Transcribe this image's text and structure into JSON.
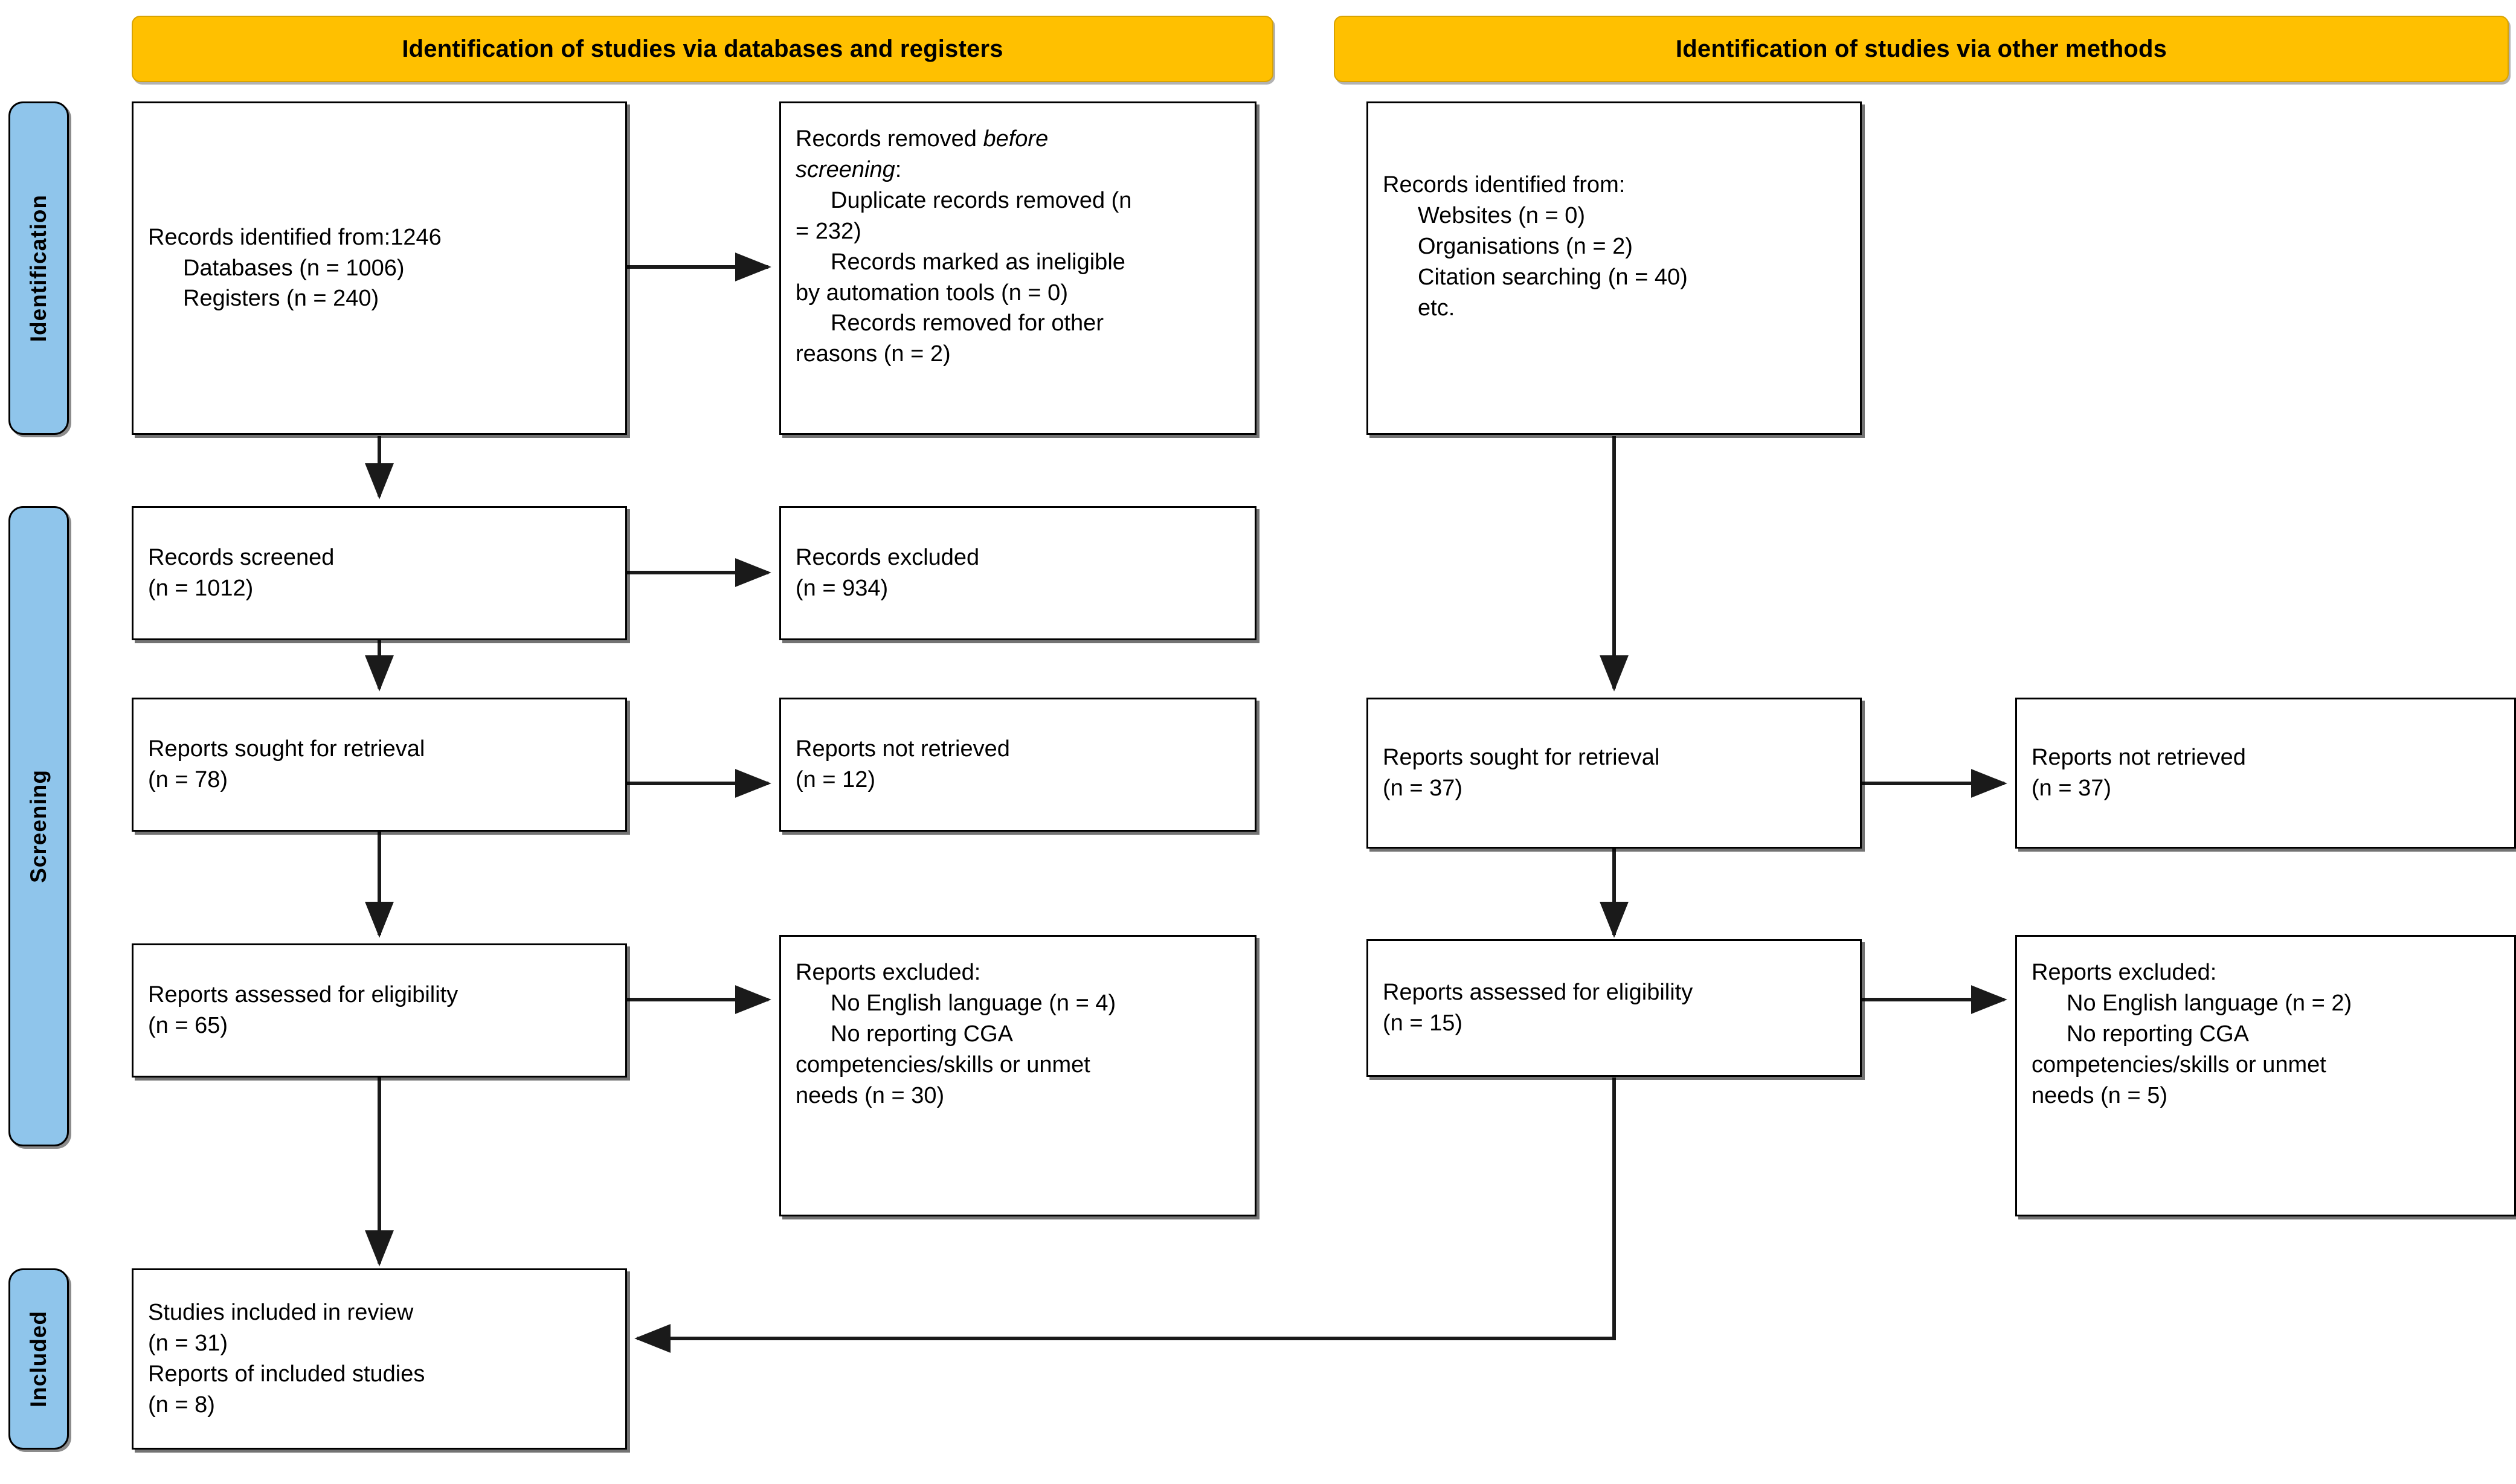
{
  "colors": {
    "header_yellow": "#FFC000",
    "phase_blue": "#8FC5EB",
    "box_border": "#000000",
    "background": "#FFFFFF"
  },
  "headers": {
    "databases": "Identification of studies via databases and registers",
    "other": "Identification of studies via other methods"
  },
  "phases": {
    "identification": "Identification",
    "screening": "Screening",
    "included": "Included"
  },
  "boxes": {
    "records_identified_db": {
      "l1": "Records identified from:1246",
      "l2": "Databases (n = 1006)",
      "l3": "Registers (n = 240)"
    },
    "records_removed": {
      "l1_a": "Records removed ",
      "l1_b": "before",
      "l2": "screening",
      "l2_b": ":",
      "l3": "Duplicate records removed (n",
      "l4": "= 232)",
      "l5": "Records marked as ineligible",
      "l6": "by automation tools (n = 0)",
      "l7": "Records removed for other",
      "l8": "reasons (n = 2)"
    },
    "records_identified_other": {
      "l1": "Records identified from:",
      "l2": "Websites (n = 0)",
      "l3": "Organisations (n = 2)",
      "l4": "Citation searching (n = 40)",
      "l5": "etc."
    },
    "records_screened": {
      "l1": "Records screened",
      "l2": "(n = 1012)"
    },
    "records_excluded": {
      "l1": "Records excluded",
      "l2": "(n = 934)"
    },
    "reports_sought_db": {
      "l1": "Reports sought for retrieval",
      "l2": "(n = 78)"
    },
    "reports_not_retrieved_db": {
      "l1": "Reports not retrieved",
      "l2": "(n = 12)"
    },
    "reports_sought_other": {
      "l1": "Reports sought for retrieval",
      "l2": "(n = 37)"
    },
    "reports_not_retrieved_other": {
      "l1": "Reports not retrieved",
      "l2": "(n = 37)"
    },
    "reports_assessed_db": {
      "l1": "Reports assessed for eligibility",
      "l2": "(n = 65)"
    },
    "reports_excluded_db": {
      "l1": "Reports excluded:",
      "l2": "No English language (n = 4)",
      "l3": "No reporting CGA",
      "l4": "competencies/skills or unmet",
      "l5": "needs (n = 30)"
    },
    "reports_assessed_other": {
      "l1": "Reports assessed for eligibility",
      "l2": "(n = 15)"
    },
    "reports_excluded_other": {
      "l1": "Reports excluded:",
      "l2": "No English language (n = 2)",
      "l3": "No reporting CGA",
      "l4": "competencies/skills or unmet",
      "l5": "needs (n = 5)"
    },
    "studies_included": {
      "l1": "Studies included in review",
      "l2": "(n = 31)",
      "l3": "Reports of included studies",
      "l4": "(n = 8)"
    }
  },
  "chart_data": {
    "type": "diagram",
    "title": "PRISMA 2020 flow diagram",
    "nodes": [
      {
        "id": "records_identified_db",
        "label": "Records identified from:1246",
        "values": {
          "total": 1246,
          "databases": 1006,
          "registers": 240
        }
      },
      {
        "id": "records_removed",
        "label": "Records removed before screening",
        "values": {
          "duplicates": 232,
          "automation_ineligible": 0,
          "other_reasons": 2
        }
      },
      {
        "id": "records_screened",
        "label": "Records screened",
        "values": {
          "n": 1012
        }
      },
      {
        "id": "records_excluded",
        "label": "Records excluded",
        "values": {
          "n": 934
        }
      },
      {
        "id": "reports_sought_db",
        "label": "Reports sought for retrieval",
        "values": {
          "n": 78
        }
      },
      {
        "id": "reports_not_retrieved_db",
        "label": "Reports not retrieved",
        "values": {
          "n": 12
        }
      },
      {
        "id": "reports_assessed_db",
        "label": "Reports assessed for eligibility",
        "values": {
          "n": 65
        }
      },
      {
        "id": "reports_excluded_db",
        "label": "Reports excluded",
        "values": {
          "no_english": 4,
          "no_cga_reporting": 30
        }
      },
      {
        "id": "records_identified_other",
        "label": "Records identified from other methods",
        "values": {
          "websites": 0,
          "organisations": 2,
          "citation_searching": 40
        }
      },
      {
        "id": "reports_sought_other",
        "label": "Reports sought for retrieval",
        "values": {
          "n": 37
        }
      },
      {
        "id": "reports_not_retrieved_other",
        "label": "Reports not retrieved",
        "values": {
          "n": 37
        }
      },
      {
        "id": "reports_assessed_other",
        "label": "Reports assessed for eligibility",
        "values": {
          "n": 15
        }
      },
      {
        "id": "reports_excluded_other",
        "label": "Reports excluded",
        "values": {
          "no_english": 2,
          "no_cga_reporting": 5
        }
      },
      {
        "id": "studies_included",
        "label": "Studies included in review",
        "values": {
          "studies": 31,
          "reports": 8
        }
      }
    ],
    "edges": [
      {
        "from": "records_identified_db",
        "to": "records_removed"
      },
      {
        "from": "records_identified_db",
        "to": "records_screened"
      },
      {
        "from": "records_screened",
        "to": "records_excluded"
      },
      {
        "from": "records_screened",
        "to": "reports_sought_db"
      },
      {
        "from": "reports_sought_db",
        "to": "reports_not_retrieved_db"
      },
      {
        "from": "reports_sought_db",
        "to": "reports_assessed_db"
      },
      {
        "from": "reports_assessed_db",
        "to": "reports_excluded_db"
      },
      {
        "from": "reports_assessed_db",
        "to": "studies_included"
      },
      {
        "from": "records_identified_other",
        "to": "reports_sought_other"
      },
      {
        "from": "reports_sought_other",
        "to": "reports_not_retrieved_other"
      },
      {
        "from": "reports_sought_other",
        "to": "reports_assessed_other"
      },
      {
        "from": "reports_assessed_other",
        "to": "reports_excluded_other"
      },
      {
        "from": "reports_assessed_other",
        "to": "studies_included"
      }
    ]
  }
}
